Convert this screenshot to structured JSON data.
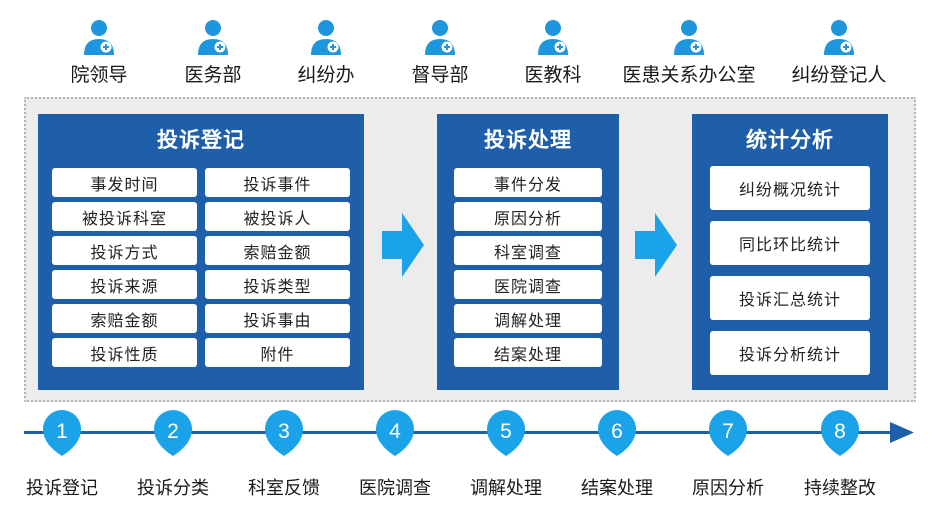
{
  "roles": [
    {
      "label": "院领导"
    },
    {
      "label": "医务部"
    },
    {
      "label": "纠纷办"
    },
    {
      "label": "督导部"
    },
    {
      "label": "医教科"
    },
    {
      "label": "医患关系办公室"
    },
    {
      "label": "纠纷登记人"
    }
  ],
  "registration": {
    "title": "投诉登记",
    "fields": [
      "事发时间",
      "投诉事件",
      "被投诉科室",
      "被投诉人",
      "投诉方式",
      "索赔金额",
      "投诉来源",
      "投诉类型",
      "索赔金额",
      "投诉事由",
      "投诉性质",
      "附件"
    ]
  },
  "processing": {
    "title": "投诉处理",
    "steps": [
      "事件分发",
      "原因分析",
      "科室调查",
      "医院调查",
      "调解处理",
      "结案处理"
    ]
  },
  "statistics": {
    "title": "统计分析",
    "items": [
      "纠纷概况统计",
      "同比环比统计",
      "投诉汇总统计",
      "投诉分析统计"
    ]
  },
  "timeline": [
    {
      "num": "1",
      "label": "投诉登记"
    },
    {
      "num": "2",
      "label": "投诉分类"
    },
    {
      "num": "3",
      "label": "科室反馈"
    },
    {
      "num": "4",
      "label": "医院调查"
    },
    {
      "num": "5",
      "label": "调解处理"
    },
    {
      "num": "6",
      "label": "结案处理"
    },
    {
      "num": "7",
      "label": "原因分析"
    },
    {
      "num": "8",
      "label": "持续整改"
    }
  ],
  "colors": {
    "box": "#1f5faa",
    "accent": "#1aa3e8",
    "role_icon": "#1e96dd",
    "panel": "#ececec"
  }
}
